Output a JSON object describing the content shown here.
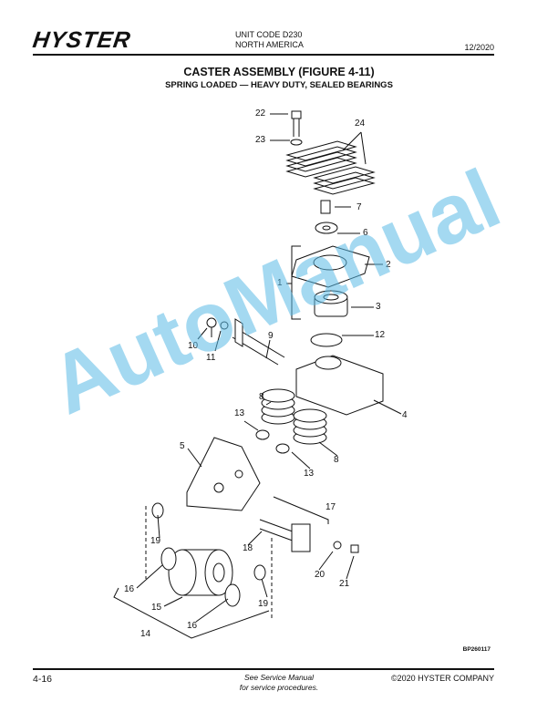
{
  "header": {
    "logo": "HYSTER",
    "unit_code": "UNIT CODE D230",
    "region": "NORTH AMERICA",
    "date": "12/2020"
  },
  "title": "CASTER ASSEMBLY (FIGURE 4-11)",
  "subtitle": "SPRING LOADED — HEAVY DUTY, SEALED BEARINGS",
  "callouts": [
    "22",
    "23",
    "24",
    "7",
    "6",
    "2",
    "1",
    "3",
    "12",
    "10",
    "11",
    "9",
    "8",
    "13",
    "4",
    "5",
    "8",
    "13",
    "17",
    "18",
    "19",
    "20",
    "21",
    "16",
    "15",
    "19",
    "16",
    "14"
  ],
  "figure_ref": "BP260117",
  "watermark": "AutoManual",
  "footer": {
    "page": "4-16",
    "note_line1": "See Service Manual",
    "note_line2": "for service procedures.",
    "copyright": "©2020 HYSTER COMPANY"
  }
}
